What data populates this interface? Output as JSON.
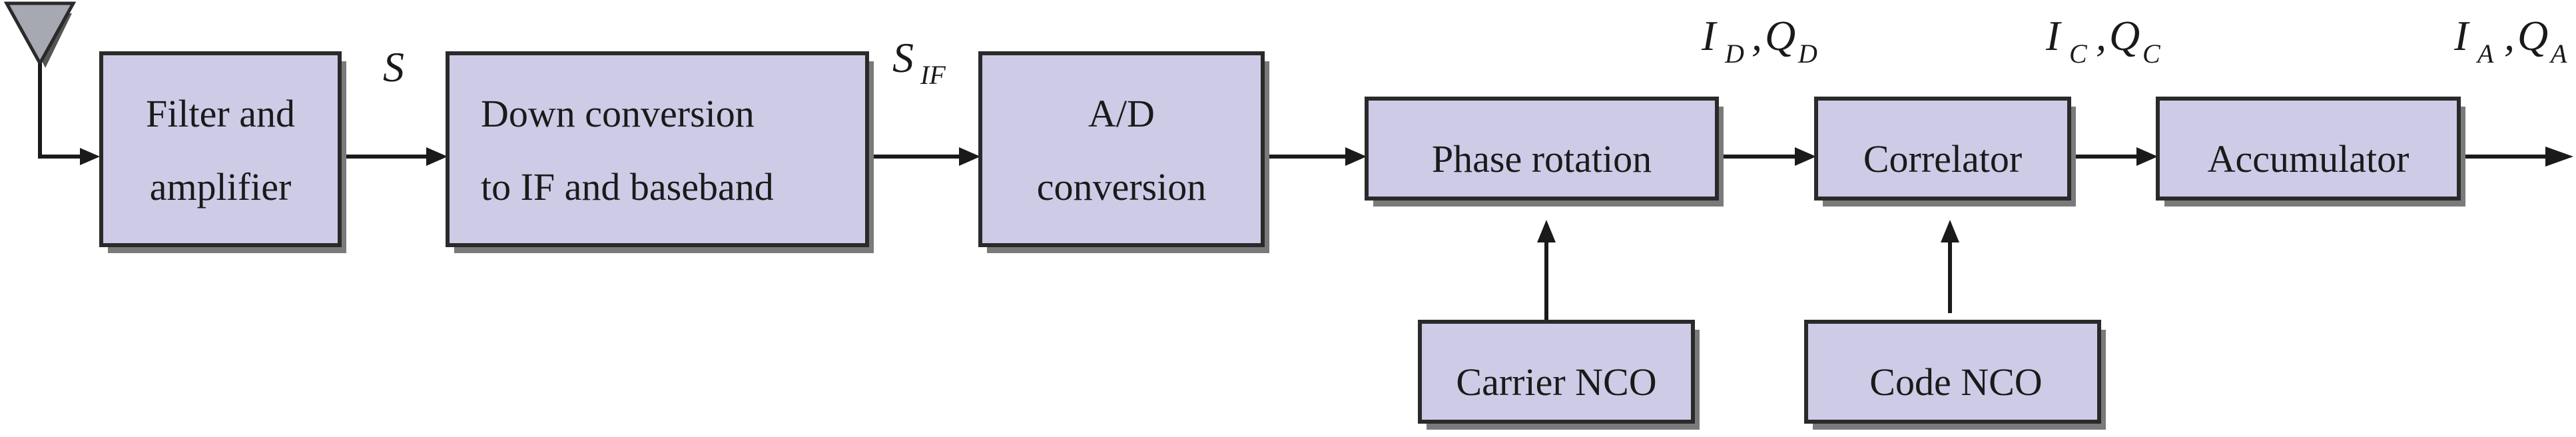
{
  "blocks": {
    "filter": [
      "Filter and",
      "amplifier"
    ],
    "downconv": [
      "Down conversion",
      "to IF and baseband"
    ],
    "adc": [
      "A/D",
      "conversion"
    ],
    "phase": [
      "Phase rotation"
    ],
    "correlator": [
      "Correlator"
    ],
    "accumulator": [
      "Accumulator"
    ],
    "carrier_nco": [
      "Carrier NCO"
    ],
    "code_nco": [
      "Code NCO"
    ]
  },
  "signals": {
    "s": {
      "main": "S",
      "sub": ""
    },
    "sif": {
      "main": "S",
      "sub": "IF"
    },
    "iq_d": {
      "i": "I",
      "i_sub": "D",
      "sep": ",",
      "q": "Q",
      "q_sub": "D"
    },
    "iq_c": {
      "i": "I",
      "i_sub": "C",
      "sep": ",",
      "q": "Q",
      "q_sub": "C"
    },
    "iq_a": {
      "i": "I",
      "i_sub": "A",
      "sep": ",",
      "q": "Q",
      "q_sub": "A"
    }
  },
  "colors": {
    "block_fill": "#cdcbe6",
    "block_stroke": "#2a2a2a",
    "antenna_fill": "#a6a9b1"
  },
  "icons": {
    "antenna": "antenna-icon"
  }
}
